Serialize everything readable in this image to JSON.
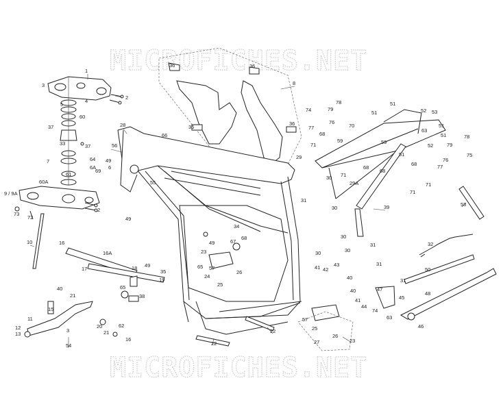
{
  "watermark_top": "MICROFICHES.NET",
  "watermark_bottom": "MICROFICHES.NET",
  "callouts": [
    {
      "id": "c1",
      "text": "1"
    },
    {
      "id": "c2",
      "text": "2"
    },
    {
      "id": "c3",
      "text": "3"
    },
    {
      "id": "c4",
      "text": "4"
    },
    {
      "id": "c5",
      "text": "5"
    },
    {
      "id": "c60",
      "text": "60"
    },
    {
      "id": "c37a",
      "text": "37"
    },
    {
      "id": "c33",
      "text": "33"
    },
    {
      "id": "c37b",
      "text": "37"
    },
    {
      "id": "c7",
      "text": "7"
    },
    {
      "id": "c61",
      "text": "61"
    },
    {
      "id": "c60a",
      "text": "60A"
    },
    {
      "id": "c99a",
      "text": "9 / 9A"
    },
    {
      "id": "c2b",
      "text": "2"
    },
    {
      "id": "c73",
      "text": "73"
    },
    {
      "id": "c72",
      "text": "72"
    },
    {
      "id": "c10",
      "text": "10"
    },
    {
      "id": "c36a",
      "text": "36"
    },
    {
      "id": "c36b",
      "text": "36"
    },
    {
      "id": "c36c",
      "text": "36"
    },
    {
      "id": "c36d",
      "text": "36"
    },
    {
      "id": "c8",
      "text": "8"
    },
    {
      "id": "c28",
      "text": "28"
    },
    {
      "id": "c66",
      "text": "66"
    },
    {
      "id": "c56",
      "text": "56"
    },
    {
      "id": "c64",
      "text": "64"
    },
    {
      "id": "c6a",
      "text": "6A"
    },
    {
      "id": "c49a",
      "text": "49"
    },
    {
      "id": "c69",
      "text": "69"
    },
    {
      "id": "c6",
      "text": "6"
    },
    {
      "id": "c55",
      "text": "55"
    },
    {
      "id": "c49b",
      "text": "49"
    },
    {
      "id": "c34",
      "text": "34"
    },
    {
      "id": "c68a",
      "text": "68"
    },
    {
      "id": "c67",
      "text": "67"
    },
    {
      "id": "c49c",
      "text": "49"
    },
    {
      "id": "c23a",
      "text": "23"
    },
    {
      "id": "c65a",
      "text": "65"
    },
    {
      "id": "c57a",
      "text": "57"
    },
    {
      "id": "c24",
      "text": "24"
    },
    {
      "id": "c26a",
      "text": "26"
    },
    {
      "id": "c25a",
      "text": "25"
    },
    {
      "id": "c16a",
      "text": "16"
    },
    {
      "id": "c16A",
      "text": "16A"
    },
    {
      "id": "c17",
      "text": "17"
    },
    {
      "id": "c18",
      "text": "18"
    },
    {
      "id": "c49d",
      "text": "49"
    },
    {
      "id": "c35",
      "text": "35"
    },
    {
      "id": "c19",
      "text": "19"
    },
    {
      "id": "c65b",
      "text": "65"
    },
    {
      "id": "c38",
      "text": "38"
    },
    {
      "id": "c40a",
      "text": "40"
    },
    {
      "id": "c21a",
      "text": "21"
    },
    {
      "id": "c15",
      "text": "15"
    },
    {
      "id": "c11",
      "text": "11"
    },
    {
      "id": "c12",
      "text": "12"
    },
    {
      "id": "c13",
      "text": "13"
    },
    {
      "id": "c3b",
      "text": "3"
    },
    {
      "id": "c20",
      "text": "20"
    },
    {
      "id": "c62",
      "text": "62"
    },
    {
      "id": "c21b",
      "text": "21"
    },
    {
      "id": "c16b",
      "text": "16"
    },
    {
      "id": "c54",
      "text": "54"
    },
    {
      "id": "c22a",
      "text": "22"
    },
    {
      "id": "c22b",
      "text": "22"
    },
    {
      "id": "c74a",
      "text": "74"
    },
    {
      "id": "c79a",
      "text": "79"
    },
    {
      "id": "c78a",
      "text": "78"
    },
    {
      "id": "c77a",
      "text": "77"
    },
    {
      "id": "c76a",
      "text": "76"
    },
    {
      "id": "c68b",
      "text": "68"
    },
    {
      "id": "c51a",
      "text": "51"
    },
    {
      "id": "c51b",
      "text": "51"
    },
    {
      "id": "c52a",
      "text": "52"
    },
    {
      "id": "c53",
      "text": "53"
    },
    {
      "id": "c51c",
      "text": "51"
    },
    {
      "id": "c70",
      "text": "70"
    },
    {
      "id": "c59a",
      "text": "59"
    },
    {
      "id": "c71a",
      "text": "71"
    },
    {
      "id": "c63a",
      "text": "63"
    },
    {
      "id": "c51d",
      "text": "51"
    },
    {
      "id": "c52b",
      "text": "52"
    },
    {
      "id": "c79b",
      "text": "79"
    },
    {
      "id": "c78b",
      "text": "78"
    },
    {
      "id": "c76b",
      "text": "76"
    },
    {
      "id": "c75",
      "text": "75"
    },
    {
      "id": "c77b",
      "text": "77"
    },
    {
      "id": "c29",
      "text": "29"
    },
    {
      "id": "c59b",
      "text": "59"
    },
    {
      "id": "c51e",
      "text": "51"
    },
    {
      "id": "c68c",
      "text": "68"
    },
    {
      "id": "c68d",
      "text": "68"
    },
    {
      "id": "c30a",
      "text": "30"
    },
    {
      "id": "c71b",
      "text": "71"
    },
    {
      "id": "c29A",
      "text": "29A"
    },
    {
      "id": "c68e",
      "text": "68"
    },
    {
      "id": "c71c",
      "text": "71"
    },
    {
      "id": "c71d",
      "text": "71"
    },
    {
      "id": "c31a",
      "text": "31"
    },
    {
      "id": "c30b",
      "text": "30"
    },
    {
      "id": "c58",
      "text": "58"
    },
    {
      "id": "c39",
      "text": "39"
    },
    {
      "id": "c30c",
      "text": "30"
    },
    {
      "id": "c31b",
      "text": "31"
    },
    {
      "id": "c30d",
      "text": "30"
    },
    {
      "id": "c30e",
      "text": "30"
    },
    {
      "id": "c41a",
      "text": "41"
    },
    {
      "id": "c42",
      "text": "42"
    },
    {
      "id": "c43",
      "text": "43"
    },
    {
      "id": "c40b",
      "text": "40"
    },
    {
      "id": "c31c",
      "text": "31"
    },
    {
      "id": "c32",
      "text": "32"
    },
    {
      "id": "c50",
      "text": "50"
    },
    {
      "id": "c31d",
      "text": "31"
    },
    {
      "id": "c48",
      "text": "48"
    },
    {
      "id": "c47",
      "text": "47"
    },
    {
      "id": "c45",
      "text": "45"
    },
    {
      "id": "c63b",
      "text": "63"
    },
    {
      "id": "c46",
      "text": "46"
    },
    {
      "id": "c40c",
      "text": "40"
    },
    {
      "id": "c41b",
      "text": "41"
    },
    {
      "id": "c44",
      "text": "44"
    },
    {
      "id": "c74b",
      "text": "74"
    },
    {
      "id": "c57b",
      "text": "57"
    },
    {
      "id": "c25b",
      "text": "25"
    },
    {
      "id": "c27",
      "text": "27"
    },
    {
      "id": "c26b",
      "text": "26"
    },
    {
      "id": "c23b",
      "text": "23"
    }
  ]
}
